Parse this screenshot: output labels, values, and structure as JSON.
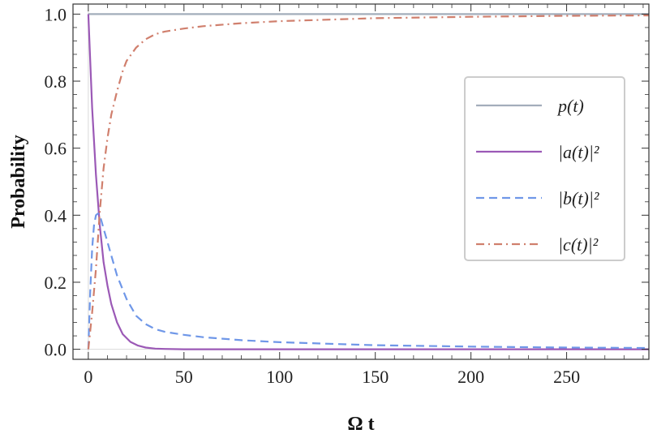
{
  "chart_data": {
    "type": "line",
    "xlabel": "Ω t",
    "ylabel": "Probability",
    "xlim": [
      -8,
      293
    ],
    "ylim": [
      -0.03,
      1.03
    ],
    "xticks": [
      0,
      50,
      100,
      150,
      200,
      250
    ],
    "yticks": [
      0.0,
      0.2,
      0.4,
      0.6,
      0.8,
      1.0
    ],
    "ytick_labels": [
      "0.0",
      "0.2",
      "0.4",
      "0.6",
      "0.8",
      "1.0"
    ],
    "grid": false,
    "legend_position": "right",
    "legend": [
      {
        "label": "p(t)",
        "series": 0
      },
      {
        "label": "|a(t)|²",
        "series": 1
      },
      {
        "label": "|b(t)|²",
        "series": 2
      },
      {
        "label": "|c(t)|²",
        "series": 3
      }
    ],
    "series": [
      {
        "name": "p(t)",
        "color": "#a3adbb",
        "style": "solid",
        "x": [
          0,
          50,
          100,
          150,
          200,
          250,
          293
        ],
        "y": [
          1.0,
          1.0,
          1.0,
          1.0,
          1.0,
          1.0,
          1.0
        ]
      },
      {
        "name": "|a(t)|²",
        "color": "#9b59b6",
        "style": "solid",
        "x": [
          0,
          2,
          4,
          6,
          8,
          10,
          12,
          15,
          18,
          22,
          26,
          30,
          35,
          40,
          50,
          100,
          150,
          200,
          250,
          293
        ],
        "y": [
          1.0,
          0.72,
          0.52,
          0.37,
          0.26,
          0.19,
          0.135,
          0.08,
          0.045,
          0.022,
          0.011,
          0.005,
          0.002,
          0.001,
          0.0,
          0.0,
          0.0,
          0.0,
          0.0,
          0.0
        ]
      },
      {
        "name": "|b(t)|²",
        "color": "#6f97e8",
        "style": "dashed",
        "x": [
          0,
          1,
          2,
          3,
          4,
          5,
          6,
          7,
          8,
          10,
          12,
          15,
          20,
          25,
          30,
          35,
          40,
          50,
          60,
          80,
          100,
          150,
          200,
          250,
          293
        ],
        "y": [
          0.0,
          0.17,
          0.3,
          0.37,
          0.4,
          0.405,
          0.4,
          0.38,
          0.36,
          0.32,
          0.28,
          0.22,
          0.15,
          0.1,
          0.075,
          0.06,
          0.052,
          0.043,
          0.036,
          0.027,
          0.021,
          0.012,
          0.008,
          0.005,
          0.004
        ]
      },
      {
        "name": "|c(t)|²",
        "color": "#d07f6d",
        "style": "dashdot",
        "x": [
          0,
          2,
          4,
          6,
          8,
          10,
          12,
          15,
          18,
          20,
          25,
          30,
          35,
          40,
          50,
          60,
          80,
          100,
          150,
          200,
          250,
          293
        ],
        "y": [
          0.0,
          0.11,
          0.24,
          0.41,
          0.54,
          0.63,
          0.7,
          0.77,
          0.83,
          0.86,
          0.9,
          0.925,
          0.94,
          0.948,
          0.957,
          0.964,
          0.973,
          0.979,
          0.988,
          0.992,
          0.995,
          0.996
        ]
      }
    ]
  }
}
